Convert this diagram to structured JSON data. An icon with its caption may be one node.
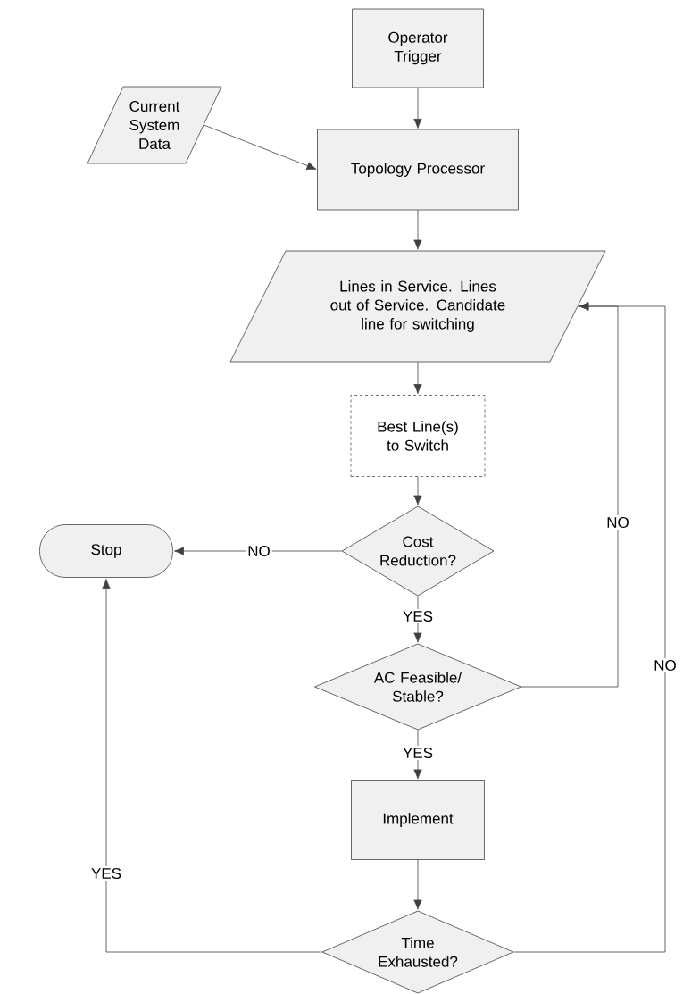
{
  "diagram": {
    "nodes": [
      {
        "text": [
          "Operator Trigger"
        ]
      },
      {
        "text": [
          "Current System Data"
        ]
      },
      {
        "text": [
          "Topology Processor"
        ]
      },
      {
        "text": [
          "Lines in Service. Lines out of Service. Candidate line for switching"
        ]
      },
      {
        "text": [
          "Best Line(s) to Switch"
        ]
      },
      {
        "text": [
          "Stop"
        ]
      },
      {
        "text": [
          "Cost Reduction?"
        ]
      },
      {
        "text": [
          "AC Feasible/ Stable?"
        ]
      },
      {
        "text": [
          "Implement"
        ]
      },
      {
        "text": [
          "Time Exhausted?"
        ]
      }
    ],
    "edges": [
      {
        "from": 0,
        "to": 2,
        "arrow": "to"
      },
      {
        "from": 1,
        "to": 2,
        "arrow": "to"
      },
      {
        "from": 2,
        "to": 3,
        "arrow": "to"
      },
      {
        "from": 3,
        "to": 4,
        "arrow": "to"
      },
      {
        "from": 4,
        "to": 6,
        "arrow": "to"
      },
      {
        "from": 6,
        "to": 5,
        "arrow": "to",
        "label": "NO"
      },
      {
        "from": 6,
        "to": 7,
        "arrow": "to",
        "label": "YES"
      },
      {
        "from": 7,
        "to": 3,
        "arrow": "to",
        "label": "NO"
      },
      {
        "from": 7,
        "to": 8,
        "arrow": "to",
        "label": "YES"
      },
      {
        "from": 8,
        "to": 9,
        "arrow": "to"
      },
      {
        "from": 9,
        "to": 5,
        "arrow": "to",
        "label": "YES"
      },
      {
        "from": 9,
        "to": 3,
        "arrow": "to",
        "label": "NO"
      }
    ]
  }
}
